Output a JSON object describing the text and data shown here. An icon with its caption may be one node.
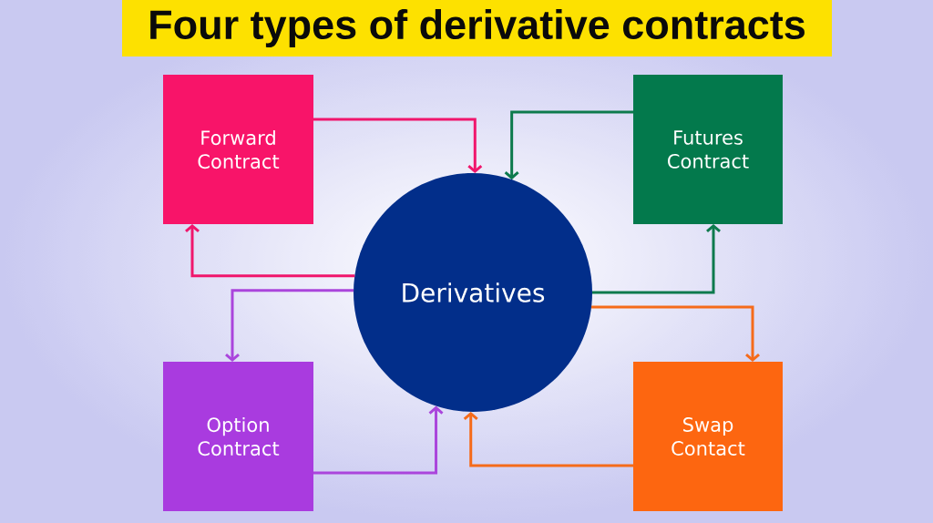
{
  "diagram": {
    "title": "Four types of derivative contracts",
    "nodes": [
      {
        "text": [
          "Forward Contract"
        ]
      },
      {
        "text": [
          "Futures Contract"
        ]
      },
      {
        "text": [
          "Derivatives"
        ]
      },
      {
        "text": [
          "Option Contract"
        ]
      },
      {
        "text": [
          "Swap Contact"
        ]
      }
    ],
    "edges": [
      {
        "from": 0,
        "to": 2,
        "arrow": "to",
        "color": "#f0166c"
      },
      {
        "from": 2,
        "to": 0,
        "arrow": "to",
        "color": "#f0166c"
      },
      {
        "from": 1,
        "to": 2,
        "arrow": "to",
        "color": "#0d7a4d"
      },
      {
        "from": 2,
        "to": 1,
        "arrow": "to",
        "color": "#0d7a4d"
      },
      {
        "from": 2,
        "to": 3,
        "arrow": "to",
        "color": "#aa45dc"
      },
      {
        "from": 3,
        "to": 2,
        "arrow": "to",
        "color": "#aa45dc"
      },
      {
        "from": 2,
        "to": 4,
        "arrow": "to",
        "color": "#f56b1a"
      },
      {
        "from": 4,
        "to": 2,
        "arrow": "to",
        "color": "#f56b1a"
      }
    ]
  }
}
